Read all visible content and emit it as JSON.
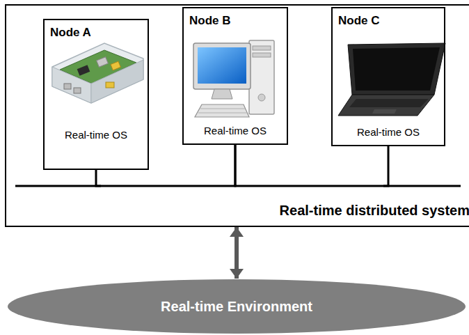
{
  "diagram": {
    "nodes": [
      {
        "text": [
          "Real-time distributed system"
        ]
      },
      {
        "text": [
          "Node A",
          "Real-time OS"
        ],
        "in": 0
      },
      {
        "text": [
          "Node B",
          "Real-time OS"
        ],
        "in": 0
      },
      {
        "text": [
          "Node C",
          "Real-time OS"
        ],
        "in": 0
      },
      {
        "text": [
          "Real-time Environment"
        ]
      }
    ],
    "edges": [
      {
        "from": 1,
        "to": 2,
        "arrow": "none"
      },
      {
        "from": 2,
        "to": 3,
        "arrow": "none"
      },
      {
        "from": 0,
        "to": 4,
        "arrow": "both"
      }
    ]
  }
}
